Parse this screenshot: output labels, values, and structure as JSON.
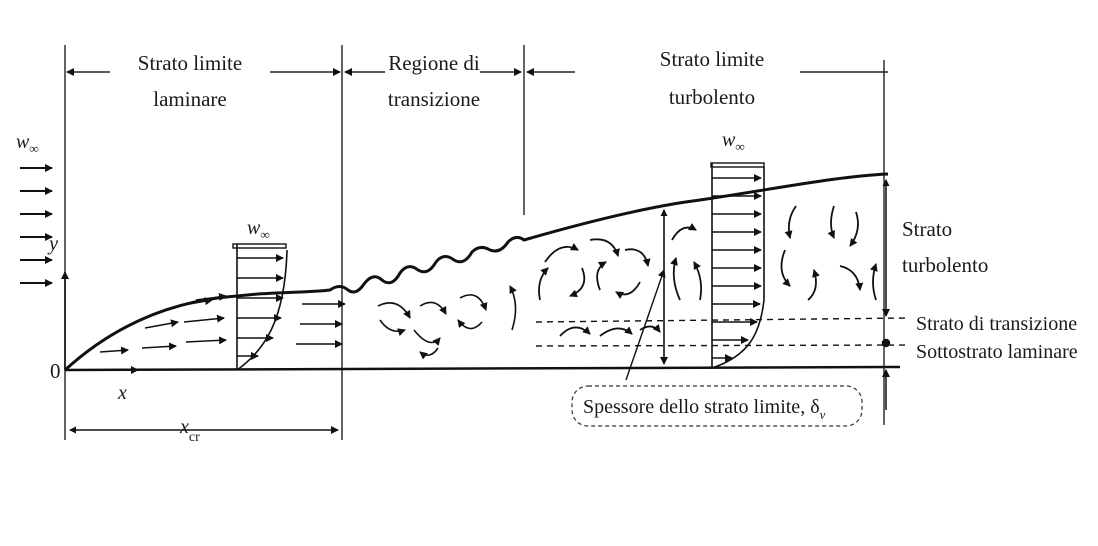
{
  "regions": {
    "laminar": [
      "Strato limite",
      "laminare"
    ],
    "transition": [
      "Regione di",
      "transizione"
    ],
    "turbulent": [
      "Strato limite",
      "turbolento"
    ]
  },
  "velocity": {
    "symbol": "w",
    "subscript": "∞"
  },
  "axes": {
    "y": "y",
    "x": "x",
    "origin": "0",
    "xcr_main": "x",
    "xcr_sub": "cr"
  },
  "right_labels": {
    "turbulent_layer": [
      "Strato",
      "turbolento"
    ],
    "transition_layer": "Strato di transizione",
    "laminar_sublayer": "Sottostrato laminare"
  },
  "thickness_label": {
    "text": "Spessore dello strato limite, δ",
    "sub": "v"
  }
}
